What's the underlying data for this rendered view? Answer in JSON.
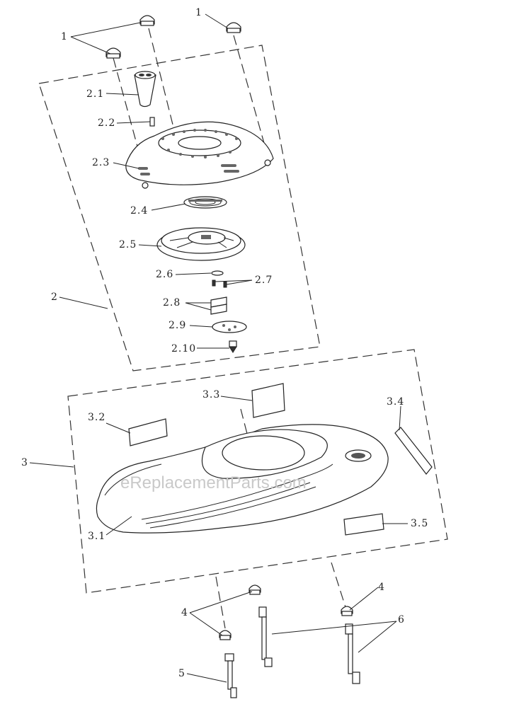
{
  "diagram": {
    "watermark": "eReplacementParts.com",
    "labels": [
      {
        "id": "1a",
        "text": "1"
      },
      {
        "id": "1b",
        "text": "1"
      },
      {
        "id": "2",
        "text": "2"
      },
      {
        "id": "2-1",
        "text": "2.1"
      },
      {
        "id": "2-2",
        "text": "2.2"
      },
      {
        "id": "2-3",
        "text": "2.3"
      },
      {
        "id": "2-4",
        "text": "2.4"
      },
      {
        "id": "2-5",
        "text": "2.5"
      },
      {
        "id": "2-6",
        "text": "2.6"
      },
      {
        "id": "2-7",
        "text": "2.7"
      },
      {
        "id": "2-8",
        "text": "2.8"
      },
      {
        "id": "2-9",
        "text": "2.9"
      },
      {
        "id": "2-10",
        "text": "2.10"
      },
      {
        "id": "3",
        "text": "3"
      },
      {
        "id": "3-1",
        "text": "3.1"
      },
      {
        "id": "3-2",
        "text": "3.2"
      },
      {
        "id": "3-3",
        "text": "3.3"
      },
      {
        "id": "3-4",
        "text": "3.4"
      },
      {
        "id": "3-5",
        "text": "3.5"
      },
      {
        "id": "4a",
        "text": "4"
      },
      {
        "id": "4b",
        "text": "4"
      },
      {
        "id": "5",
        "text": "5"
      },
      {
        "id": "6",
        "text": "6"
      }
    ]
  }
}
